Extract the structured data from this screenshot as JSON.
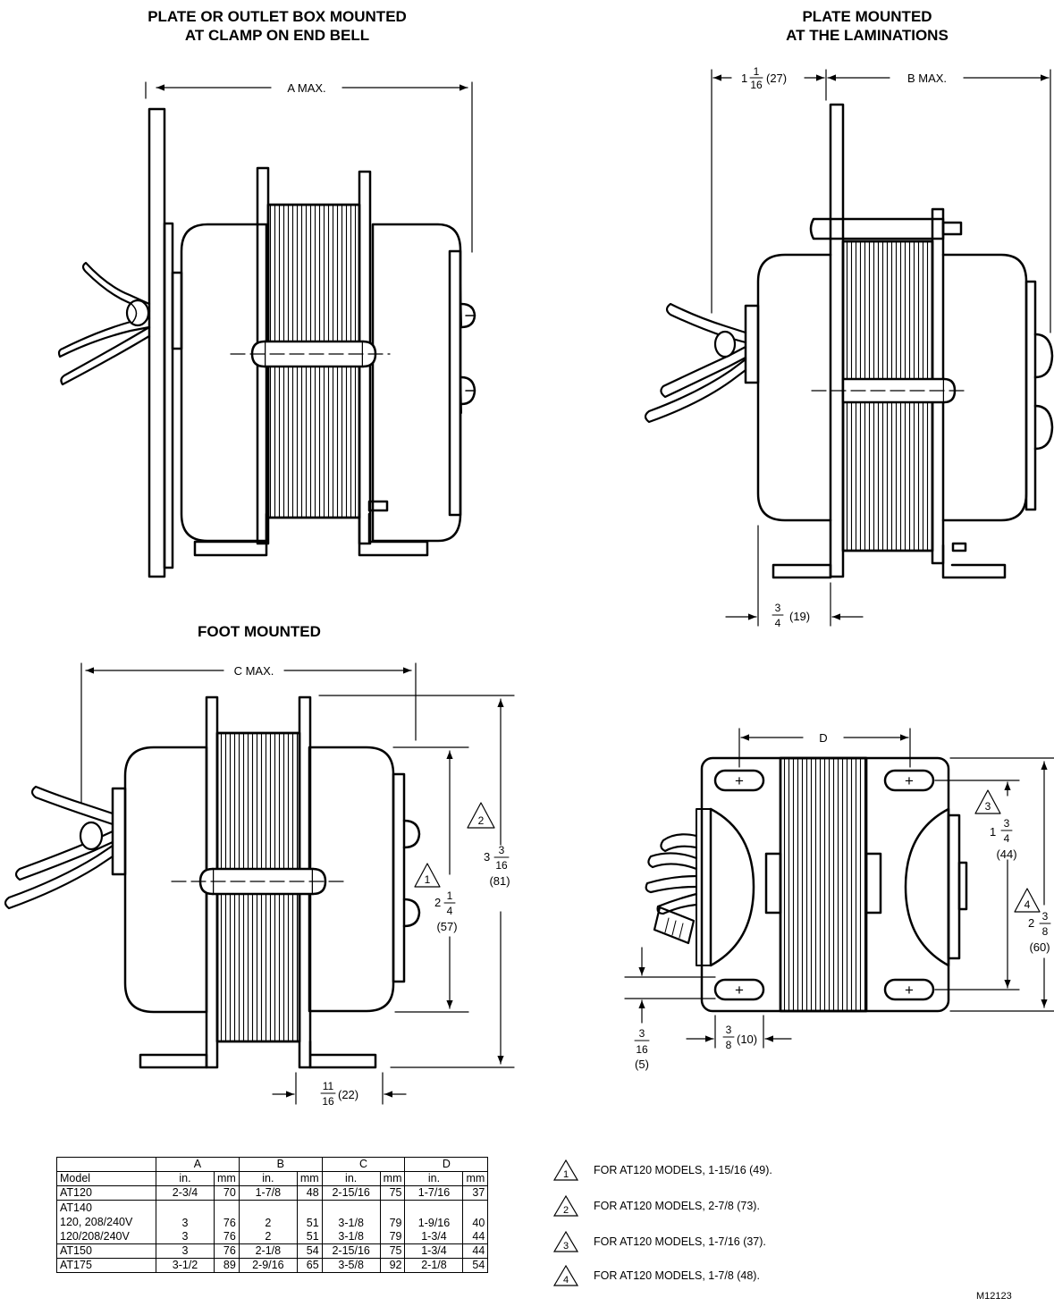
{
  "titles": {
    "plate_box": [
      "PLATE OR OUTLET BOX MOUNTED",
      "AT CLAMP ON END BELL"
    ],
    "plate_lam": [
      "PLATE MOUNTED",
      "AT THE LAMINATIONS"
    ],
    "foot": "FOOT MOUNTED"
  },
  "dims": {
    "a_max": "A MAX.",
    "b_max": "B MAX.",
    "c_max": "C MAX.",
    "d": "D",
    "one_sixteenth_whole": "1",
    "one_sixteenth_num": "1",
    "one_sixteenth_den": "16",
    "one_sixteenth_mm": "(27)",
    "three_quarter_num": "3",
    "three_quarter_den": "4",
    "three_quarter_mm": "(19)",
    "two_quarter_whole": "2",
    "two_quarter_num": "1",
    "two_quarter_den": "4",
    "two_quarter_mm": "(57)",
    "three_3_16_whole": "3",
    "three_3_16_num": "3",
    "three_3_16_den": "16",
    "three_3_16_mm": "(81)",
    "eleven_16_num": "11",
    "eleven_16_den": "16",
    "eleven_16_mm": "(22)",
    "one_3_4_whole": "1",
    "one_3_4_num": "3",
    "one_3_4_den": "4",
    "one_3_4_mm": "(44)",
    "two_3_8_whole": "2",
    "two_3_8_num": "3",
    "two_3_8_den": "8",
    "two_3_8_mm": "(60)",
    "three_8_num": "3",
    "three_8_den": "8",
    "three_8_mm": "(10)",
    "three_16_num": "3",
    "three_16_den": "16",
    "three_16_mm": "(5)",
    "plus": "+"
  },
  "callouts": [
    "1",
    "2",
    "3",
    "4"
  ],
  "table": {
    "header_groups": [
      "A",
      "B",
      "C",
      "D"
    ],
    "model_label": "Model",
    "unit_in": "in.",
    "unit_mm": "mm",
    "rows": [
      {
        "model": "AT120",
        "a_in": "2-3/4",
        "a_mm": "70",
        "b_in": "1-7/8",
        "b_mm": "48",
        "c_in": "2-15/16",
        "c_mm": "75",
        "d_in": "1-7/16",
        "d_mm": "37"
      },
      {
        "model": "AT140",
        "a_in": "",
        "a_mm": "",
        "b_in": "",
        "b_mm": "",
        "c_in": "",
        "c_mm": "",
        "d_in": "",
        "d_mm": ""
      },
      {
        "model": "120, 208/240V",
        "a_in": "3",
        "a_mm": "76",
        "b_in": "2",
        "b_mm": "51",
        "c_in": "3-1/8",
        "c_mm": "79",
        "d_in": "1-9/16",
        "d_mm": "40"
      },
      {
        "model": "120/208/240V",
        "a_in": "3",
        "a_mm": "76",
        "b_in": "2",
        "b_mm": "51",
        "c_in": "3-1/8",
        "c_mm": "79",
        "d_in": "1-3/4",
        "d_mm": "44"
      },
      {
        "model": "AT150",
        "a_in": "3",
        "a_mm": "76",
        "b_in": "2-1/8",
        "b_mm": "54",
        "c_in": "2-15/16",
        "c_mm": "75",
        "d_in": "1-3/4",
        "d_mm": "44"
      },
      {
        "model": "AT175",
        "a_in": "3-1/2",
        "a_mm": "89",
        "b_in": "2-9/16",
        "b_mm": "65",
        "c_in": "3-5/8",
        "c_mm": "92",
        "d_in": "2-1/8",
        "d_mm": "54"
      }
    ]
  },
  "notes": [
    {
      "num": "1",
      "text": "FOR AT120 MODELS, 1-15/16 (49)."
    },
    {
      "num": "2",
      "text": "FOR AT120 MODELS, 2-7/8 (73)."
    },
    {
      "num": "3",
      "text": "FOR AT120 MODELS, 1-7/16 (37)."
    },
    {
      "num": "4",
      "text": "FOR AT120 MODELS, 1-7/8 (48)."
    }
  ],
  "figure_id": "M12123"
}
